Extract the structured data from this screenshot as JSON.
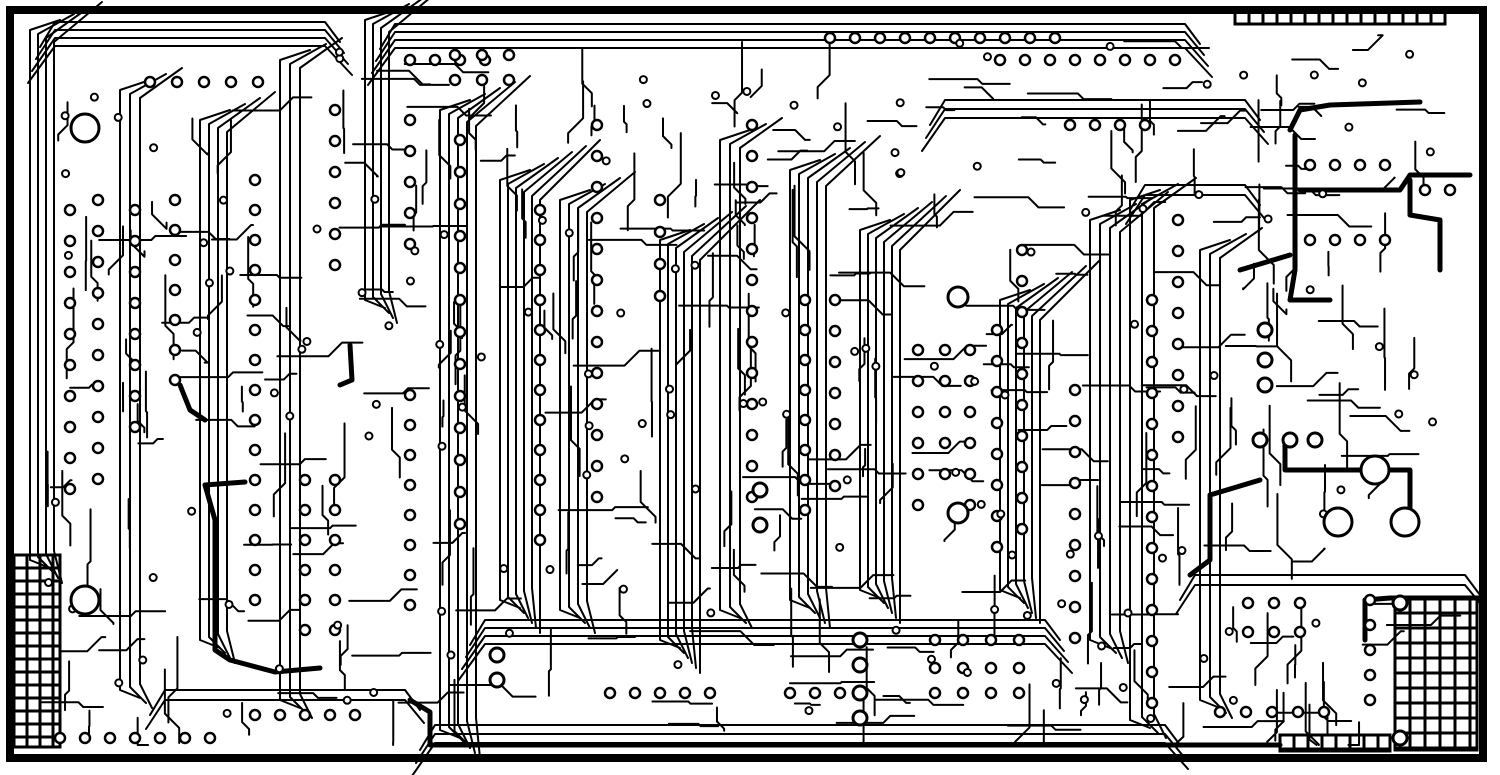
{
  "board": {
    "colors": {
      "background": "#ffffff",
      "copper": "#000000"
    },
    "frame_stroke": "heavy",
    "trace_style": "thin",
    "power_trace_style": "thick",
    "pad_style": "ring"
  }
}
